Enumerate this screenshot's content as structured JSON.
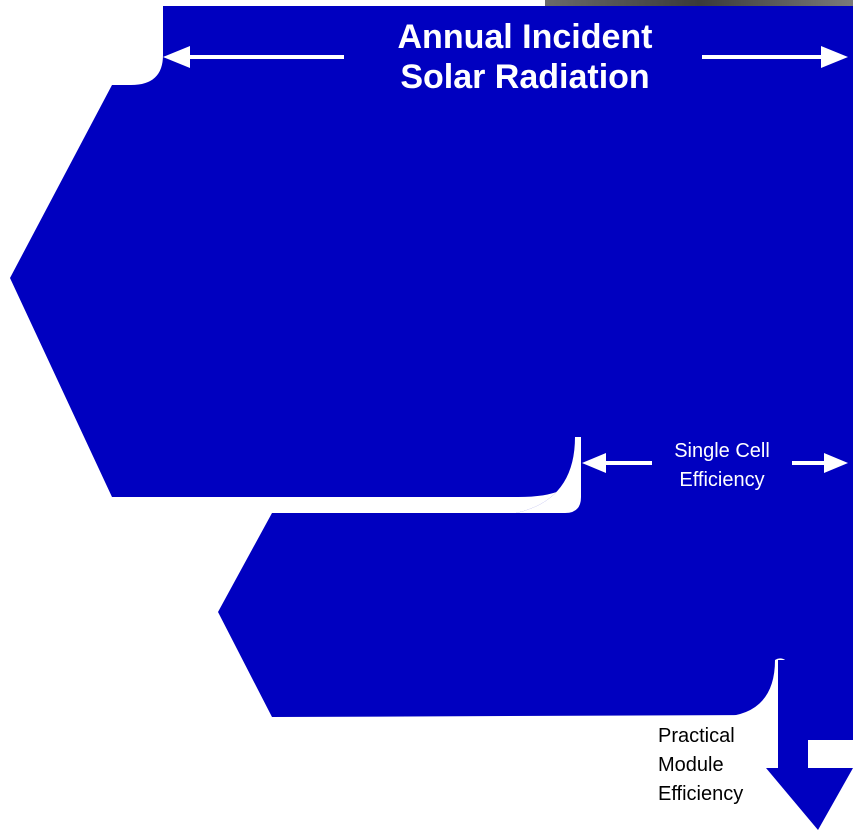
{
  "diagram": {
    "colors": {
      "flow": "#0000c0",
      "arrow": "#ffffff",
      "background": "#ffffff",
      "text_on_flow": "#ffffff",
      "text_plain": "#000000",
      "photo_strip": "#5a5a5a"
    },
    "top_label": {
      "line1": "Annual Incident",
      "line2": "Solar Radiation"
    },
    "mid_label": {
      "line1": "Single Cell",
      "line2": "Efficiency"
    },
    "bottom_label": {
      "line1": "Practical",
      "line2": "Module",
      "line3": "Efficiency"
    }
  }
}
